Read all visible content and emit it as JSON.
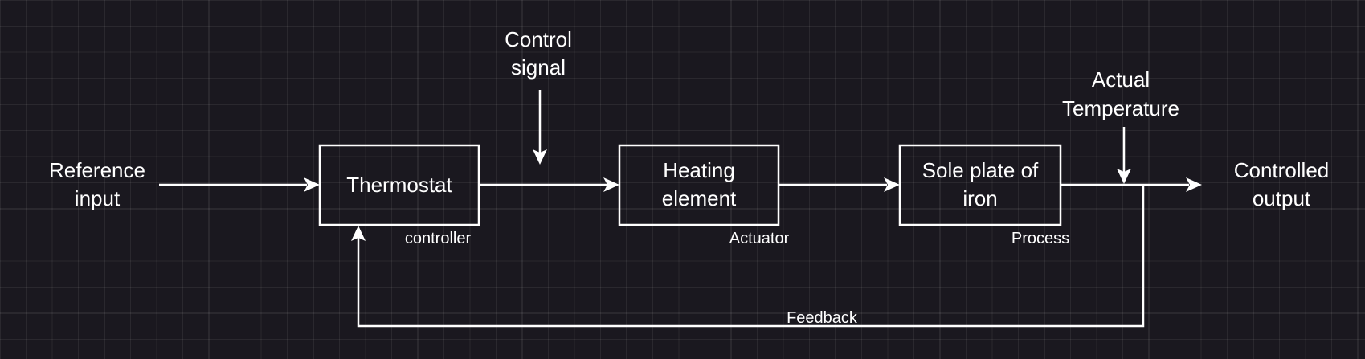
{
  "diagram": {
    "reference_input": [
      "Reference",
      "input"
    ],
    "control_signal": [
      "Control",
      "signal"
    ],
    "actual_temperature": [
      "Actual",
      "Temperature"
    ],
    "controlled_output": [
      "Controlled",
      "output"
    ],
    "feedback": "Feedback",
    "blocks": {
      "thermostat": {
        "lines": [
          "Thermostat"
        ],
        "role": "controller"
      },
      "heating_element": {
        "lines": [
          "Heating",
          "element"
        ],
        "role": "Actuator"
      },
      "sole_plate": {
        "lines": [
          "Sole plate of",
          "iron"
        ],
        "role": "Process"
      }
    }
  },
  "colors": {
    "background": "#1a181f",
    "foreground": "#ffffff"
  }
}
